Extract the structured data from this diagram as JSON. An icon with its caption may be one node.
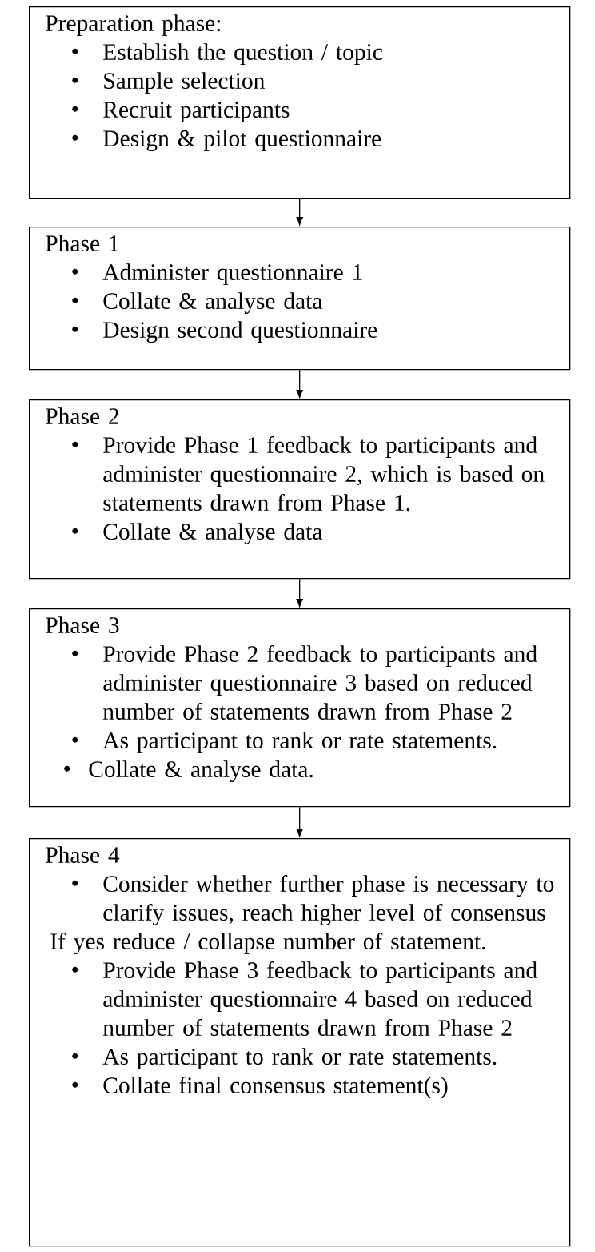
{
  "diagram": {
    "nodes": [
      {
        "text": [
          "Preparation phase:",
          "Establish the question / topic",
          "Sample selection",
          "Recruit participants",
          "Design & pilot questionnaire"
        ]
      },
      {
        "text": [
          "Phase 1",
          "Administer questionnaire 1",
          "Collate & analyse data",
          "Design second questionnaire"
        ]
      },
      {
        "text": [
          "Phase 2",
          "Provide Phase 1 feedback to participants and administer questionnaire 2, which is based on statements drawn from Phase 1.",
          "Collate & analyse data"
        ]
      },
      {
        "text": [
          "Phase 3",
          "Provide Phase 2 feedback to participants and administer questionnaire 3 based on reduced number of statements drawn from Phase 2",
          "As participant to rank or rate statements.",
          "Collate & analyse data."
        ]
      },
      {
        "text": [
          "Phase 4",
          "Consider whether further phase is necessary to clarify issues, reach higher level of consensus",
          "If yes reduce / collapse number of statement.",
          "Provide Phase 3 feedback to participants and administer questionnaire 4 based on reduced number of statements drawn from Phase 2",
          "As participant to rank or rate statements.",
          "Collate final consensus statement(s)"
        ]
      }
    ],
    "edges": [
      {
        "from": 0,
        "to": 1,
        "arrow": "to"
      },
      {
        "from": 1,
        "to": 2,
        "arrow": "to"
      },
      {
        "from": 2,
        "to": 3,
        "arrow": "to"
      },
      {
        "from": 3,
        "to": 4,
        "arrow": "to"
      }
    ]
  }
}
